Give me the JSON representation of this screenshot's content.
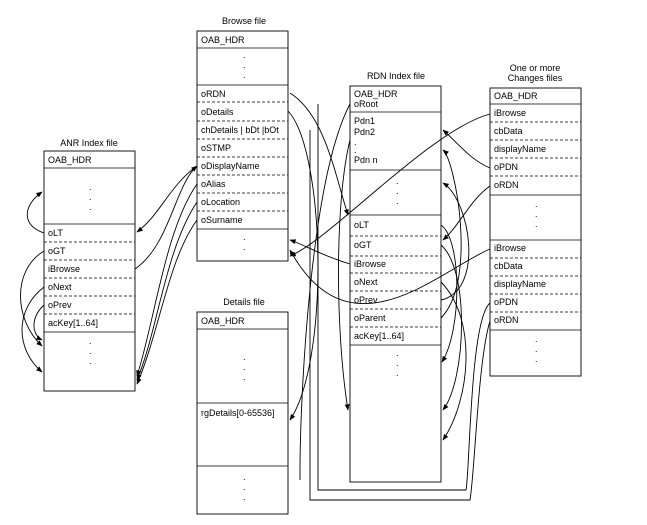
{
  "anr": {
    "title": "ANR Index file",
    "header": "OAB_HDR",
    "fields": [
      "oLT",
      "oGT",
      "iBrowse",
      "oNext",
      "oPrev",
      "acKey[1..64]"
    ]
  },
  "browse": {
    "title": "Browse file",
    "header": "OAB_HDR",
    "fields": [
      "oRDN",
      "oDetails",
      "chDetails | bDt |bOt",
      "oSTMP",
      "oDisplayName",
      "oAlias",
      "oLocation",
      "oSurname"
    ]
  },
  "details": {
    "title": "Details file",
    "header": "OAB_HDR",
    "fields": [
      "rgDetails[0-65536]"
    ]
  },
  "rdn": {
    "title": "RDN Index file",
    "header": "OAB_HDR",
    "root": "oRoot",
    "pdn": [
      "Pdn1",
      "Pdn2",
      "Pdn n"
    ],
    "fields": [
      "oLT",
      "oGT",
      "iBrowse",
      "oNext",
      "oPrev",
      "oParent",
      "acKey[1..64]"
    ]
  },
  "changes": {
    "title_line1": "One or more",
    "title_line2": "Changes files",
    "header": "OAB_HDR",
    "record_fields": [
      "iBrowse",
      "cbData",
      "displayName",
      "oPDN",
      "oRDN"
    ],
    "record_fields_2": [
      "iBrowse",
      "cbData",
      "displayName",
      "oPDN",
      "oRDN"
    ]
  },
  "ellipsis": "."
}
